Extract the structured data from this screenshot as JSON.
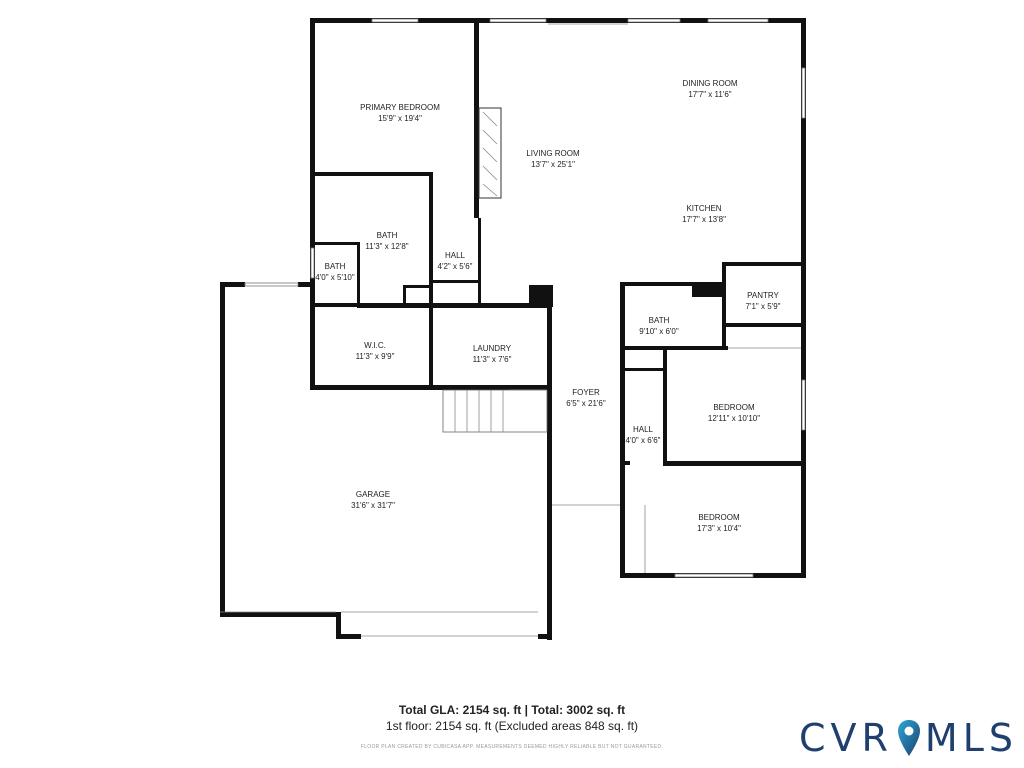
{
  "rooms": {
    "primary_bedroom": {
      "name": "PRIMARY BEDROOM",
      "dims": "15'9\" x 19'4\""
    },
    "living_room": {
      "name": "LIVING ROOM",
      "dims": "13'7\" x 25'1\""
    },
    "dining_room": {
      "name": "DINING ROOM",
      "dims": "17'7\" x 11'6\""
    },
    "kitchen": {
      "name": "KITCHEN",
      "dims": "17'7\" x 13'8\""
    },
    "bath_main": {
      "name": "BATH",
      "dims": "11'3\" x 12'8\""
    },
    "bath_small": {
      "name": "BATH",
      "dims": "4'0\" x 5'10\""
    },
    "hall_upper": {
      "name": "HALL",
      "dims": "4'2\" x 5'6\""
    },
    "pantry": {
      "name": "PANTRY",
      "dims": "7'1\" x 5'9\""
    },
    "bath_right": {
      "name": "BATH",
      "dims": "9'10\" x 6'0\""
    },
    "wic": {
      "name": "W.I.C.",
      "dims": "11'3\" x 9'9\""
    },
    "laundry": {
      "name": "LAUNDRY",
      "dims": "11'3\" x 7'6\""
    },
    "foyer": {
      "name": "FOYER",
      "dims": "6'5\" x 21'6\""
    },
    "bedroom_upper": {
      "name": "BEDROOM",
      "dims": "12'11\" x 10'10\""
    },
    "hall_lower": {
      "name": "HALL",
      "dims": "4'0\" x 6'6\""
    },
    "garage": {
      "name": "GARAGE",
      "dims": "31'6\" x 31'7\""
    },
    "bedroom_lower": {
      "name": "BEDROOM",
      "dims": "17'3\" x 10'4\""
    }
  },
  "footer": {
    "title": "Total GLA: 2154 sq. ft | Total: 3002 sq. ft",
    "subtitle": "1st floor: 2154 sq. ft (Excluded areas 848 sq. ft)",
    "note": "FLOOR PLAN CREATED BY CUBICASA APP. MEASUREMENTS DEEMED HIGHLY RELIABLE BUT NOT GUARANTEED."
  },
  "brand": {
    "left": "CVR",
    "right": "MLS",
    "pin_icon": "map-pin-icon",
    "color": "#1f3f6e"
  }
}
